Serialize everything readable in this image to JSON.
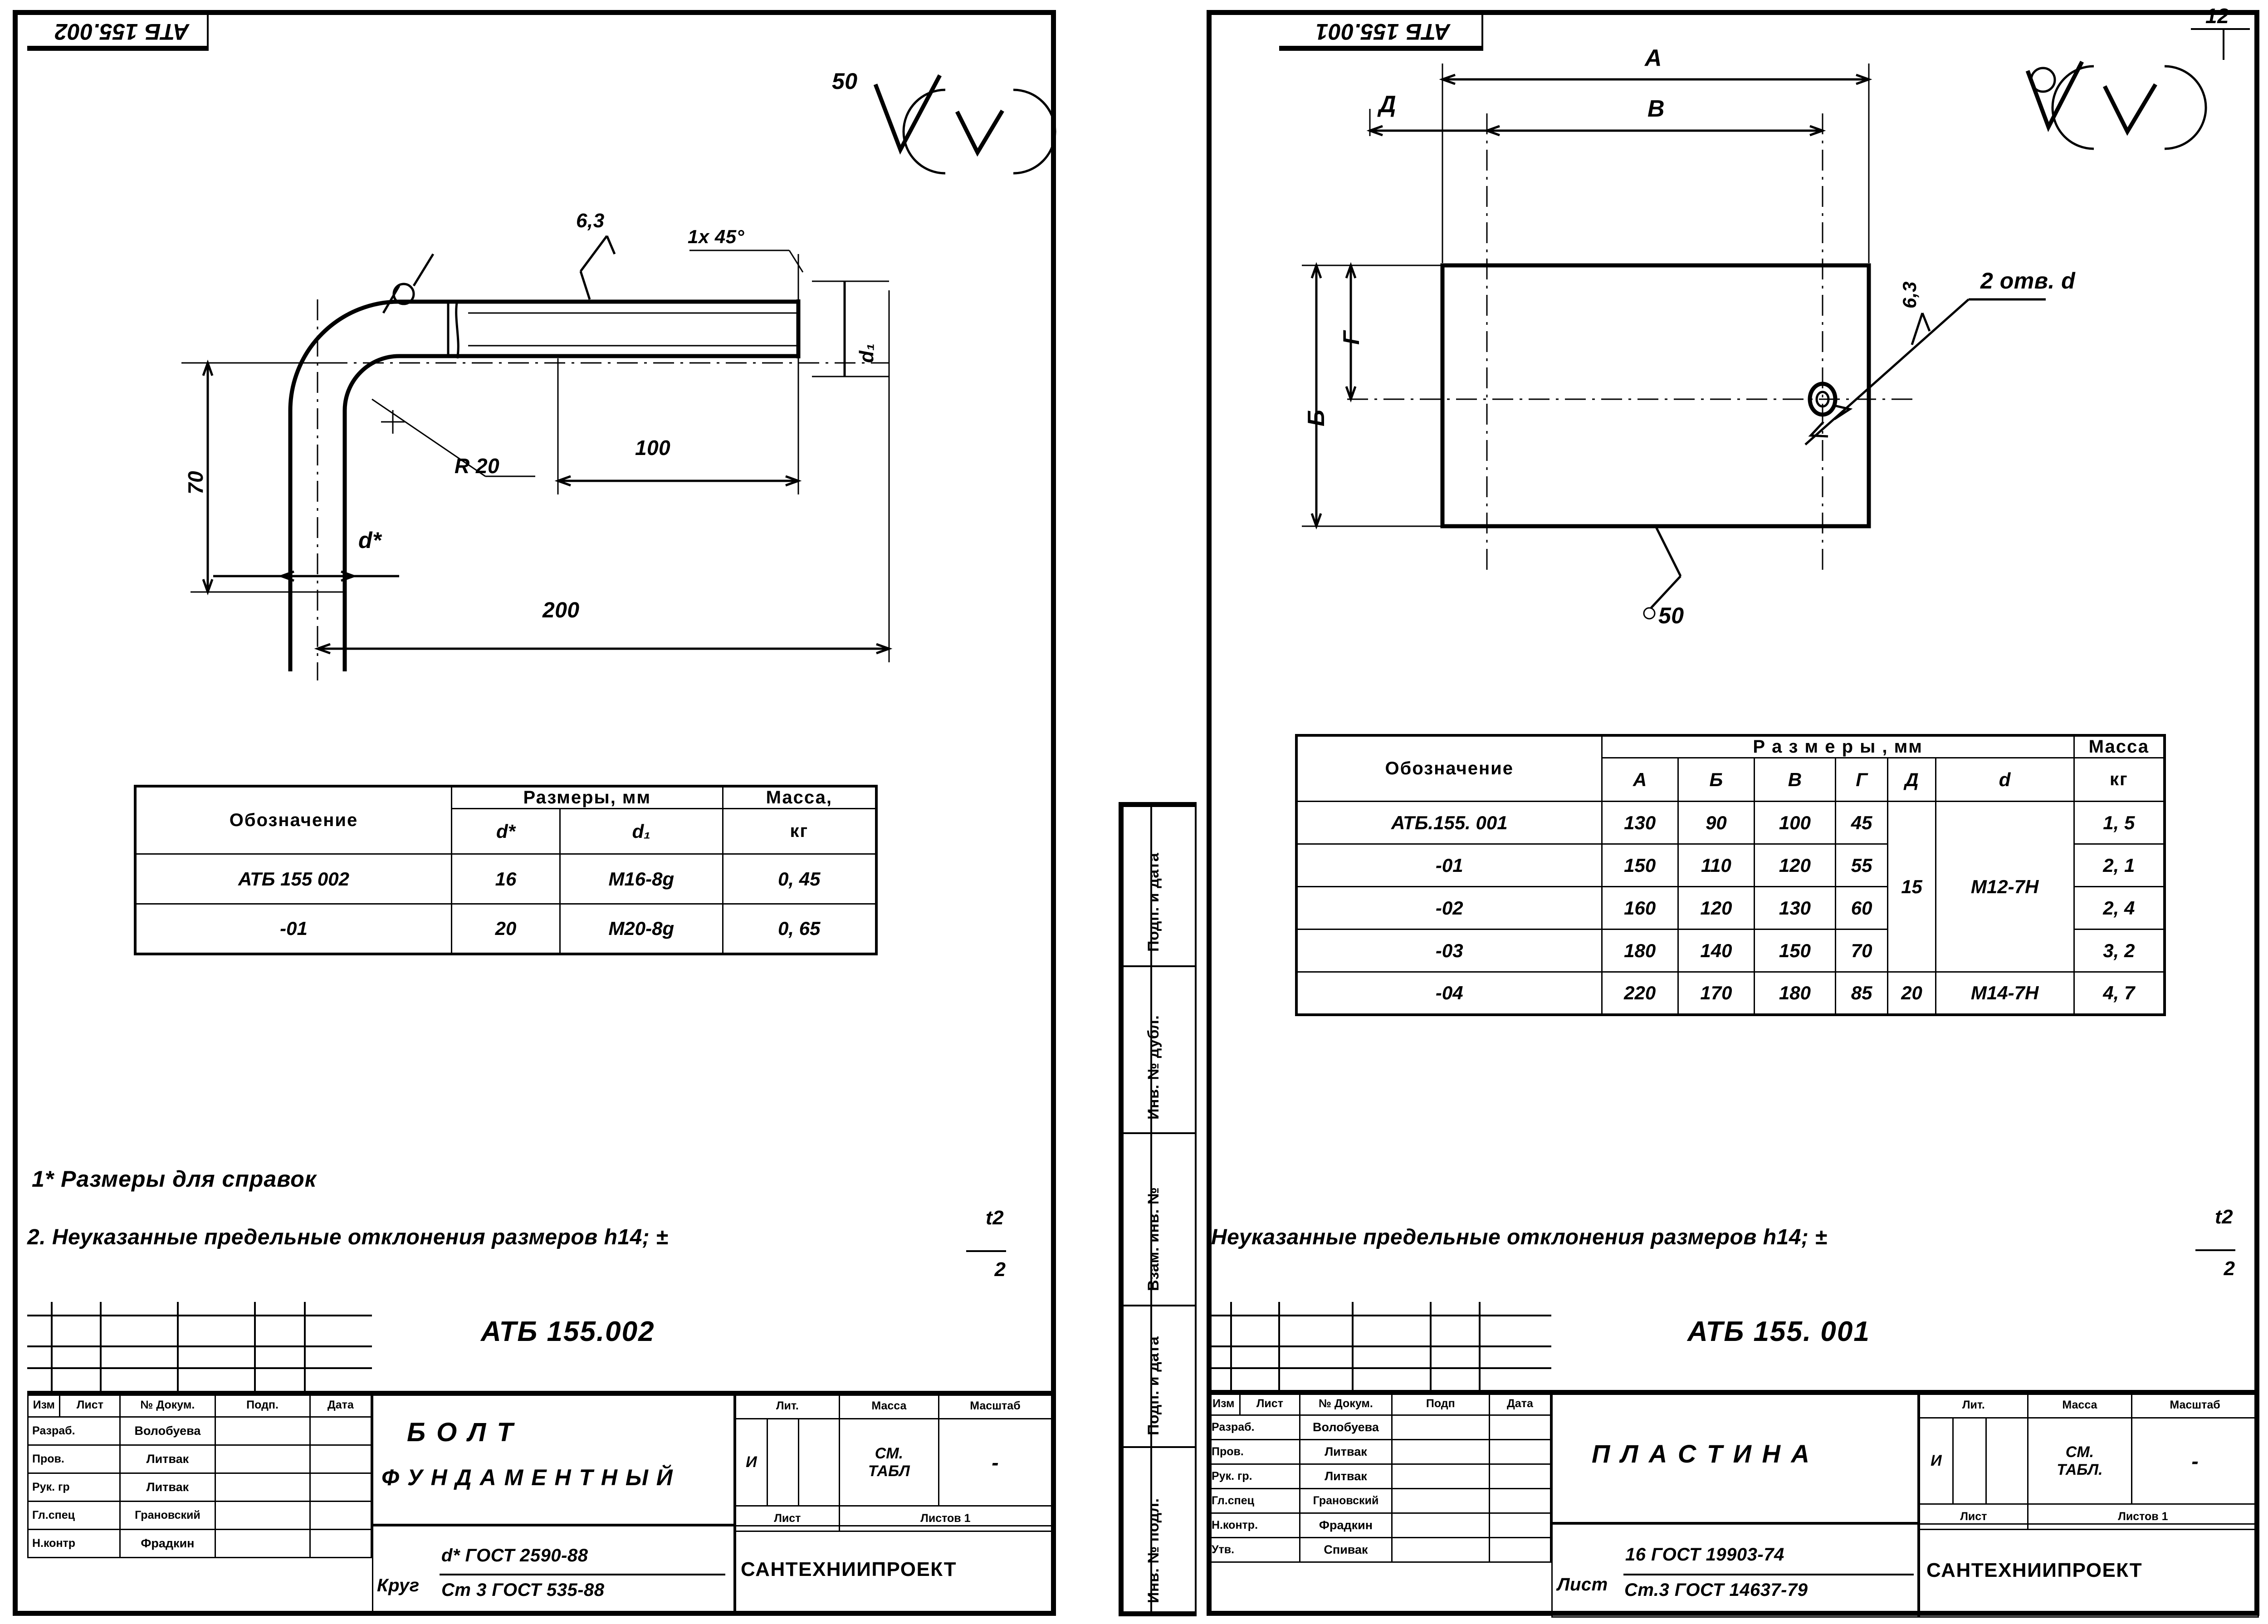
{
  "page": {
    "corner_mark": "12"
  },
  "sheets": [
    {
      "id": "bolt",
      "top_box_designation": "АТБ 155.002",
      "surface_finish": {
        "value": "50",
        "bracket": "(∨)"
      },
      "drawing": {
        "name": "bolt-fundamentny",
        "callout_roughness_bend": "∨",
        "callout_roughness_thread": "6,3",
        "chamfer": "1х 45°",
        "dim_height": "70",
        "dim_radius": "R 20",
        "dim_thread_length": "100",
        "dim_total_length": "200",
        "dim_diameter": "d*",
        "dim_thread_dia": "d₁"
      },
      "table": {
        "col_designation": "Обозначение",
        "col_group_sizes": "Размеры, мм",
        "col_mass": "Масса,",
        "col_mass_unit": "кг",
        "sub_cols": [
          "d*",
          "d₁"
        ],
        "rows": [
          {
            "designation": "АТБ 155 002",
            "d": "16",
            "d1": "М16-8g",
            "mass": "0, 45"
          },
          {
            "designation": "-01",
            "d": "20",
            "d1": "М20-8g",
            "mass": "0, 65"
          }
        ]
      },
      "notes": [
        "1*  Размеры  для  справок",
        "2.   Неуказанные  предельные отклонения размеров h14; ±"
      ],
      "note_fraction": {
        "num": "t2",
        "den": "2"
      },
      "title_block": {
        "designation": "АТБ 155.002",
        "part_name_line1": "Б О Л Т",
        "part_name_line2": "Ф У Н Д А М Е Н Т Н Ы Й",
        "headers": {
          "izm": "Изм",
          "list": "Лист",
          "doc": "№ Докум.",
          "podp": "Подп.",
          "data": "Дата"
        },
        "roles": [
          {
            "role": "Разраб.",
            "name": "Волобуева"
          },
          {
            "role": "Пров.",
            "name": "Литвак"
          },
          {
            "role": "Рук. гр",
            "name": "Литвак"
          },
          {
            "role": "Гл.спец",
            "name": "Грановский"
          },
          {
            "role": "Н.контр",
            "name": "Фрадкин"
          }
        ],
        "lit_label": "Лит.",
        "lit_value": "И",
        "mass_label": "Масса",
        "mass_value_l1": "СМ.",
        "mass_value_l2": "ТАБЛ",
        "scale_label": "Масштаб",
        "scale_value": "-",
        "list_label": "Лист",
        "lists_label": "Листов 1",
        "material_prefix": "Круг",
        "material_top": "d*      ГОСТ 2590-88",
        "material_bottom": "Ст 3   ГОСТ 535-88",
        "organization": "САНТЕХНИИПРОЕКТ"
      }
    },
    {
      "id": "plate",
      "top_box_designation": "АТБ 155.001",
      "surface_finish": {
        "value": "",
        "bracket": "(∨)"
      },
      "drawing": {
        "name": "plastina",
        "dim_A": "А",
        "dim_B": "В",
        "dim_D": "Д",
        "dim_G": "Г",
        "dim_Bb": "Б",
        "callout_holes": "2 отв. d",
        "callout_roughness_hole": "6,3",
        "callout_roughness_edge": "50"
      },
      "table": {
        "col_designation": "Обозначение",
        "col_group_sizes": "Р а з м е р ы ,  мм",
        "col_mass": "Масса",
        "col_mass_unit": "кг",
        "sub_cols": [
          "А",
          "Б",
          "В",
          "Г",
          "Д",
          "d"
        ],
        "rows": [
          {
            "designation": "АТБ.155. 001",
            "A": "130",
            "B": "90",
            "V": "100",
            "G": "45",
            "D": "",
            "d": "",
            "mass": "1, 5"
          },
          {
            "designation": "-01",
            "A": "150",
            "B": "110",
            "V": "120",
            "G": "55",
            "D": "15",
            "d": "М12-7Н",
            "mass": "2, 1"
          },
          {
            "designation": "-02",
            "A": "160",
            "B": "120",
            "V": "130",
            "G": "60",
            "D": "",
            "d": "",
            "mass": "2, 4"
          },
          {
            "designation": "-03",
            "A": "180",
            "B": "140",
            "V": "150",
            "G": "70",
            "D": "",
            "d": "",
            "mass": "3, 2"
          },
          {
            "designation": "-04",
            "A": "220",
            "B": "170",
            "V": "180",
            "G": "85",
            "D": "20",
            "d": "М14-7Н",
            "mass": "4, 7"
          }
        ]
      },
      "notes": [
        "Неуказанные  предельные  отклонения  размеров h14; ±"
      ],
      "note_fraction": {
        "num": "t2",
        "den": "2"
      },
      "side_column_labels": [
        "Подп. и дата",
        "Инв. № дубл.",
        "Взам. инв. №",
        "Подп. и дата",
        "Инв. № подл."
      ],
      "title_block": {
        "designation": "АТБ 155. 001",
        "part_name_line1": "П Л А С Т И Н А",
        "headers": {
          "izm": "Изм",
          "list": "Лист",
          "doc": "№ Докум.",
          "podp": "Подп",
          "data": "Дата"
        },
        "roles": [
          {
            "role": "Разраб.",
            "name": "Волобуева"
          },
          {
            "role": "Пров.",
            "name": "Литвак"
          },
          {
            "role": "Рук. гр.",
            "name": "Литвак"
          },
          {
            "role": "Гл.спец",
            "name": "Грановский"
          },
          {
            "role": "Н.контр.",
            "name": "Фрадкин"
          },
          {
            "role": "Утв.",
            "name": "Спивак"
          }
        ],
        "lit_label": "Лит.",
        "lit_value": "И",
        "mass_label": "Масса",
        "mass_value_l1": "СМ.",
        "mass_value_l2": "ТАБЛ.",
        "scale_label": "Масштаб",
        "scale_value": "-",
        "list_label": "Лист",
        "lists_label": "Листов 1",
        "material_prefix": "Лист",
        "material_top": "16 ГОСТ 19903-74",
        "material_bottom": "Ст.3 ГОСТ 14637-79",
        "organization": "САНТЕХНИИПРОЕКТ"
      }
    }
  ]
}
